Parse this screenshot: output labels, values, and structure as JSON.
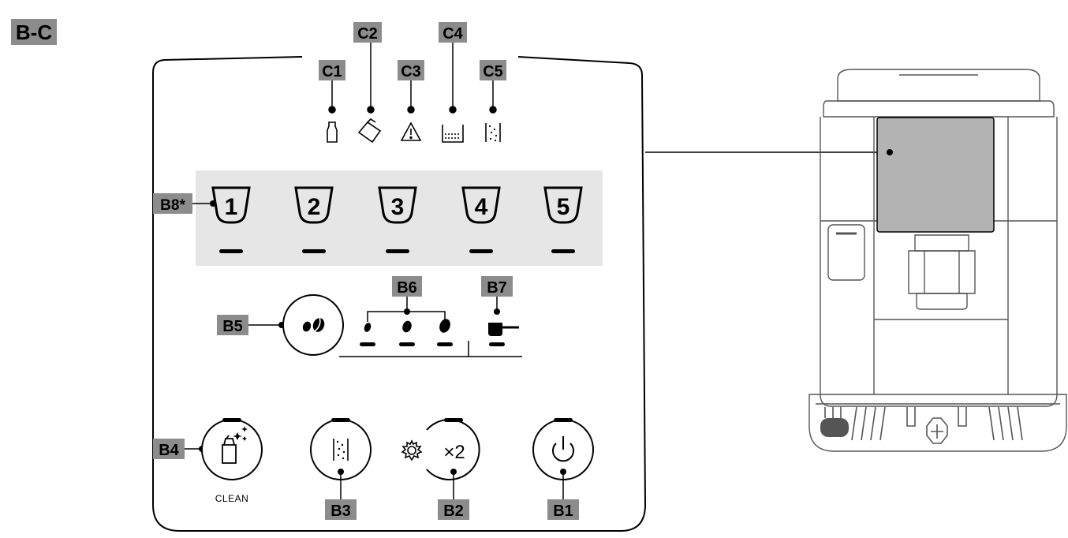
{
  "figure_label": "B-C",
  "callouts": {
    "c1": "C1",
    "c2": "C2",
    "c3": "C3",
    "c4": "C4",
    "c5": "C5",
    "b1": "B1",
    "b2": "B2",
    "b3": "B3",
    "b4": "B4",
    "b5": "B5",
    "b6": "B6",
    "b7": "B7",
    "b8": "B8*"
  },
  "cup_numbers": [
    "1",
    "2",
    "3",
    "4",
    "5"
  ],
  "clean_label": "CLEAN",
  "x2_label": "×2",
  "colors": {
    "tag_fill": "#8c8c8c",
    "display_fill": "#e6e6e6",
    "machine_window": "#b3b3b3",
    "line": "#000000"
  },
  "icons": {
    "c1": "milk-bottle-icon",
    "c2": "descale-icon",
    "c3": "warning-icon",
    "c4": "water-tank-icon",
    "c5": "ground-coffee-icon",
    "b1": "power-icon",
    "b2": "double-cup-icon",
    "b3": "pre-ground-coffee-icon",
    "b4": "cleaning-icon",
    "b5": "coffee-beans-icon",
    "b7": "hot-water-icon"
  }
}
